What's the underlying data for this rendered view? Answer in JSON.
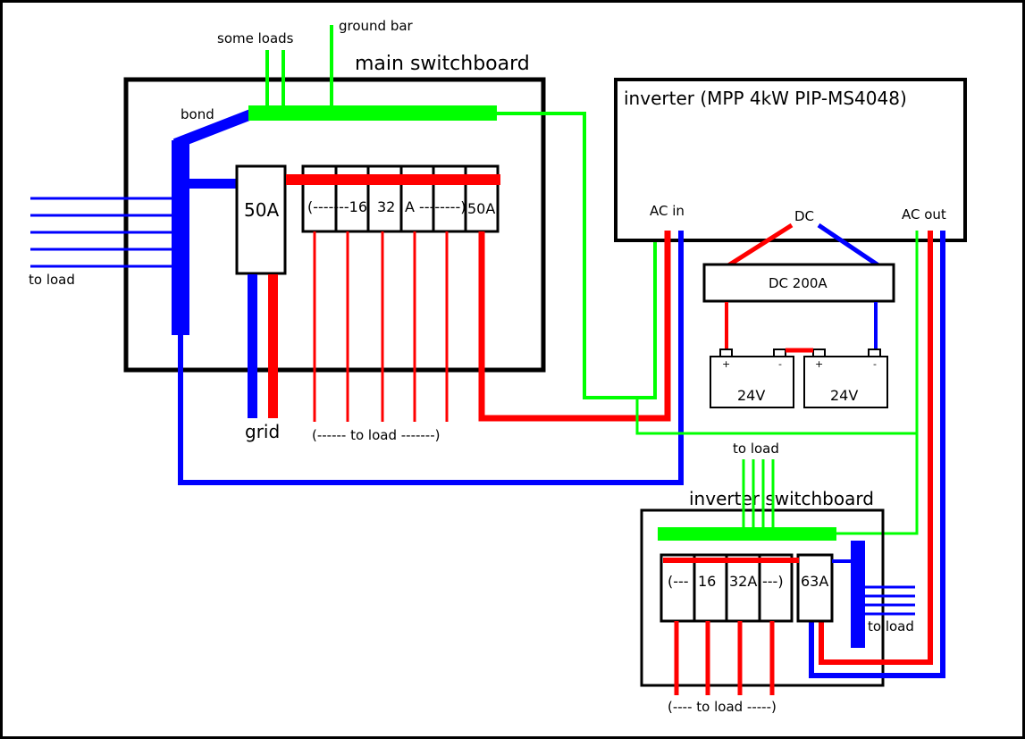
{
  "colors": {
    "live": "#ff0000",
    "neutral": "#0000ff",
    "earth": "#00ff00",
    "outline": "#000000"
  },
  "main_switchboard": {
    "title": "main switchboard",
    "bond_label": "bond",
    "ground_bar_label": "ground bar",
    "some_loads_label": "some loads",
    "main_breaker_label": "50A",
    "breakers_label_1": "(-------16",
    "breakers_label_2": "32",
    "breakers_label_3": "A --------)",
    "inverter_breaker_label": "50A",
    "grid_label": "grid",
    "left_load_label": "to load",
    "bottom_load_label": "(------ to load -------)"
  },
  "inverter": {
    "title": "inverter (MPP 4kW PIP-MS4048)",
    "ac_in_label": "AC in",
    "dc_label": "DC",
    "ac_out_label": "AC out"
  },
  "dc_breaker": {
    "label": "DC 200A"
  },
  "batteries": [
    {
      "voltage": "24V",
      "plus": "+",
      "minus": "-"
    },
    {
      "voltage": "24V",
      "plus": "+",
      "minus": "-"
    }
  ],
  "inverter_switchboard": {
    "title": "inverter switchboard",
    "top_load_label": "to load",
    "breakers_label_1": "(---",
    "breakers_label_2": "16",
    "breakers_label_3": "32A",
    "breakers_label_4": "---)",
    "main_breaker_label": "63A",
    "right_load_label": "to load",
    "bottom_load_label": "(---- to load -----)"
  }
}
